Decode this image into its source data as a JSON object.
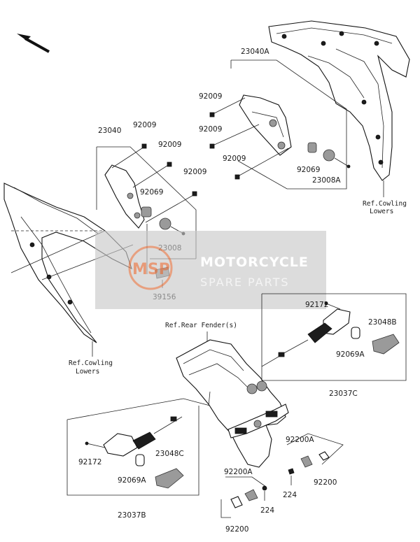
{
  "watermark": {
    "line1": "MOTORCYCLE",
    "line2": "SPARE PARTS",
    "logo_text": "MSP",
    "panel_color": "#c8c8c8",
    "logo_color": "#e8703a"
  },
  "labels": {
    "p23040A": "23040A",
    "p92009_a": "92009",
    "p92009_b": "92009",
    "p92009_c": "92009",
    "p92069_r": "92069",
    "p23008A": "23008A",
    "ref_cowling_r1": "Ref.Cowling",
    "ref_cowling_r2": "Lowers",
    "p23040": "23040",
    "p92009_d": "92009",
    "p92009_e": "92009",
    "p92009_f": "92009",
    "p92069_l": "92069",
    "p23008": "23008",
    "p39156": "39156",
    "ref_cowling_l1": "Ref.Cowling",
    "ref_cowling_l2": "Lowers",
    "ref_rear_fender": "Ref.Rear Fender(s)",
    "p92172_r": "92172",
    "p23048B": "23048B",
    "p92069A_r": "92069A",
    "p23037C": "23037C",
    "p92172_l": "92172",
    "p23048C": "23048C",
    "p92069A_l": "92069A",
    "p23037B": "23037B",
    "p92200A_r": "92200A",
    "p92200_r": "92200",
    "p224_r": "224",
    "p92200A_c": "92200A",
    "p224_c": "224",
    "p92200_c": "92200"
  }
}
